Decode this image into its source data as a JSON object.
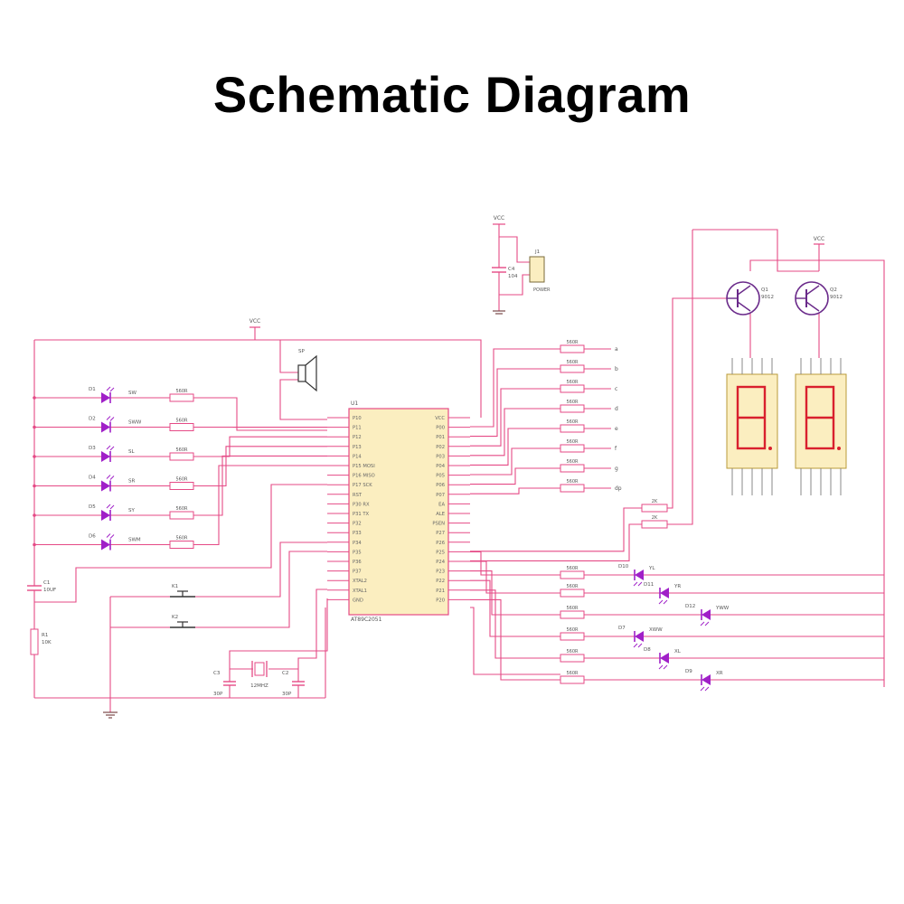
{
  "title": "Schematic Diagram",
  "colors": {
    "wire": "#e54a86",
    "chip_fill": "#fbeec0",
    "display_segment": "#d9202e",
    "led": "#a020c8",
    "transistor": "#6a2a8a",
    "ground": "#7a4a4a"
  },
  "labels": {
    "vcc": "VCC",
    "chip_name": "AT89C2051",
    "c4": "C4",
    "c4_value": "104",
    "j1": "J1",
    "power_jack": "POWER",
    "c1": "C1",
    "c1_value": "10UF",
    "r1": "R1",
    "r1_value": "10K",
    "k1": "K1",
    "k2": "K2",
    "c2": "C2",
    "c3": "C3",
    "cap_value": "30P",
    "crystal": "12MHZ",
    "speaker": "SP",
    "q1": "Q1",
    "q2": "Q2",
    "q_value": "9012",
    "r_560": "560R",
    "r_2k": "2K"
  },
  "led_left": [
    {
      "ref": "D1",
      "label": "SW"
    },
    {
      "ref": "D2",
      "label": "SWW"
    },
    {
      "ref": "D3",
      "label": "SL"
    },
    {
      "ref": "D4",
      "label": "SR"
    },
    {
      "ref": "D5",
      "label": "SY"
    },
    {
      "ref": "D6",
      "label": "SWM"
    }
  ],
  "seg_outputs": [
    "a",
    "b",
    "c",
    "d",
    "e",
    "f",
    "g",
    "dp"
  ],
  "led_right": [
    {
      "ref": "D10",
      "label": "YL"
    },
    {
      "ref": "D11",
      "label": "YR"
    },
    {
      "ref": "D12",
      "label": "YWW"
    },
    {
      "ref": "D7",
      "label": "XWW"
    },
    {
      "ref": "D8",
      "label": "XL"
    },
    {
      "ref": "D9",
      "label": "XR"
    }
  ],
  "chip_pins_left": [
    "P10",
    "P11",
    "P12",
    "P13",
    "P14",
    "P15 MOSI",
    "P16 MISO",
    "P17 SCK",
    "RST",
    "P30 RX",
    "P31 TX",
    "P32",
    "P33",
    "P34",
    "P35",
    "P36",
    "P37",
    "XTAL2",
    "XTAL1",
    "GND"
  ],
  "chip_pins_right": [
    "VCC",
    "P00",
    "P01",
    "P02",
    "P03",
    "P04",
    "P05",
    "P06",
    "P07",
    "EA",
    "ALE",
    "PSEN",
    "P27",
    "P26",
    "P25",
    "P24",
    "P23",
    "P22",
    "P21",
    "P20"
  ]
}
